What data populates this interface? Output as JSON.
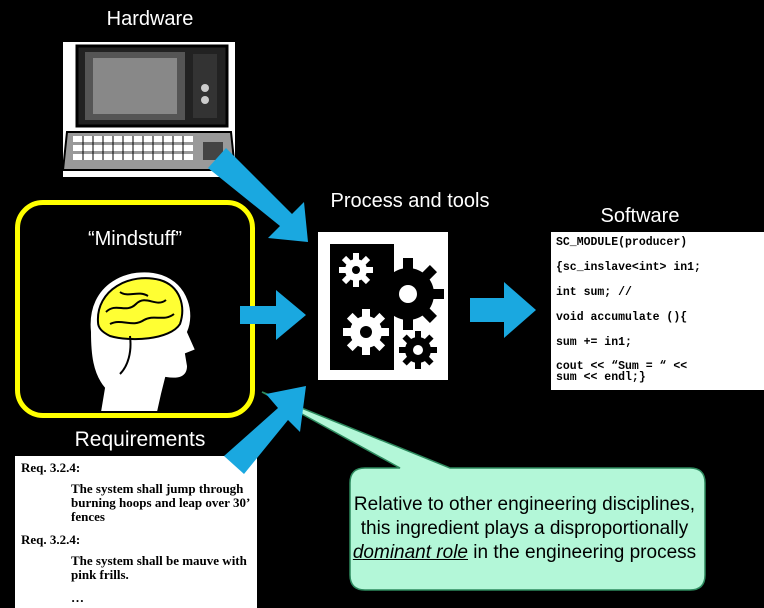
{
  "labels": {
    "hardware": "Hardware",
    "process": "Process and tools",
    "software": "Software",
    "mindstuff": "“Mindstuff”",
    "requirements": "Requirements"
  },
  "software_code": [
    "SC_MODULE(producer)",
    "{sc_inslave<int> in1;",
    "int sum; //",
    "void accumulate (){",
    "sum += in1;",
    "cout << “Sum = “ <<\nsum << endl;}"
  ],
  "requirements": [
    {
      "id": "Req. 3.2.4:",
      "text": "The system shall jump through burning hoops and leap over 30’ fences"
    },
    {
      "id": "Req. 3.2.4:",
      "text": "The system shall be mauve with pink frills."
    }
  ],
  "requirements_ellipsis": "…",
  "callout": {
    "line1": "Relative to other engineering disciplines, this ingredient plays a disproportionally",
    "emphasis": "dominant role",
    "line2": "in the engineering process"
  },
  "colors": {
    "background": "#000000",
    "arrow": "#1aa8e0",
    "mind_border": "#ffff00",
    "brain": "#ffff33",
    "callout_fill": "#b3f7d8"
  },
  "icons": [
    "computer-icon",
    "head-brain-icon",
    "gears-icon"
  ]
}
